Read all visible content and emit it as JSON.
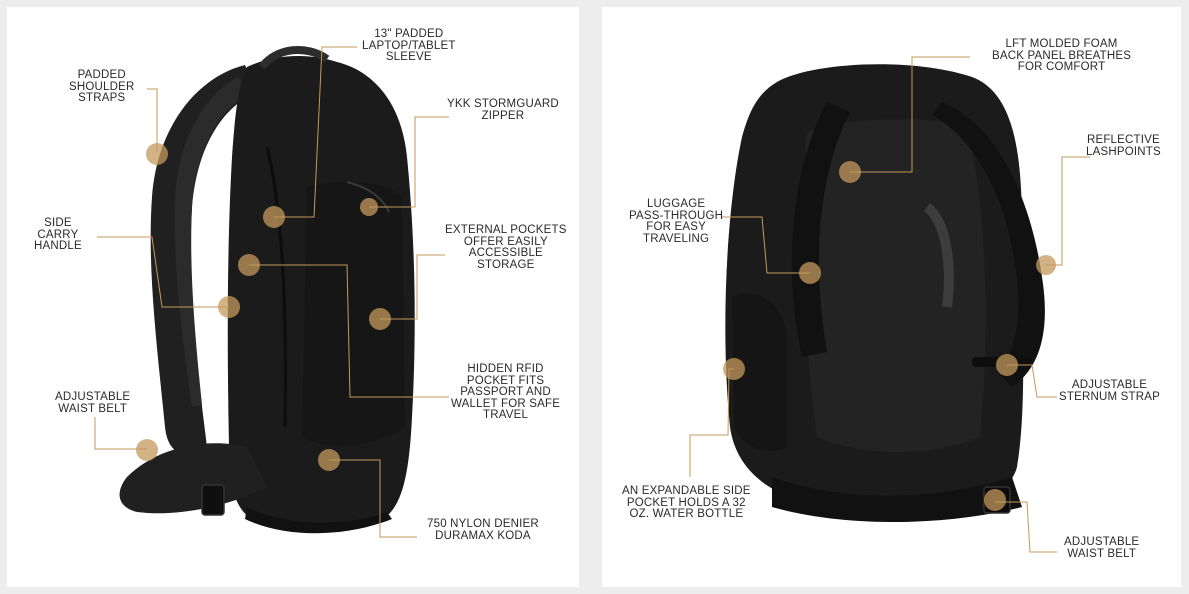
{
  "colors": {
    "background": "#ededed",
    "panel": "#ffffff",
    "callout": "#c49a5c",
    "bag": "#1b1b1b",
    "text": "#2a2a2a"
  },
  "left_view": {
    "icon": "backpack-side-view-illustration",
    "labels": {
      "laptop_sleeve": "13\" PADDED\nLAPTOP/TABLET\nSLEEVE",
      "shoulder_straps": "PADDED\nSHOULDER\nSTRAPS",
      "zipper": "YKK STORMGUARD\nZIPPER",
      "carry_handle": "SIDE\nCARRY\nHANDLE",
      "external_pockets": "EXTERNAL POCKETS\nOFFER EASILY\nACCESSIBLE\nSTORAGE",
      "rfid_pocket": "HIDDEN RFID\nPOCKET FITS\nPASSPORT AND\nWALLET FOR SAFE\nTRAVEL",
      "waist_belt": "ADJUSTABLE\nWAIST BELT",
      "nylon": "750 NYLON DENIER\nDURAMAX KODA"
    }
  },
  "right_view": {
    "icon": "backpack-rear-view-illustration",
    "labels": {
      "back_panel": "LFT MOLDED FOAM\nBACK PANEL BREATHES\nFOR COMFORT",
      "lashpoints": "REFLECTIVE\nLASHPOINTS",
      "luggage_pass": "LUGGAGE\nPASS-THROUGH\nFOR EASY\nTRAVELING",
      "sternum_strap": "ADJUSTABLE\nSTERNUM STRAP",
      "side_pocket": "AN EXPANDABLE SIDE\nPOCKET HOLDS A 32\nOZ. WATER BOTTLE",
      "waist_belt": "ADJUSTABLE\nWAIST BELT"
    }
  }
}
